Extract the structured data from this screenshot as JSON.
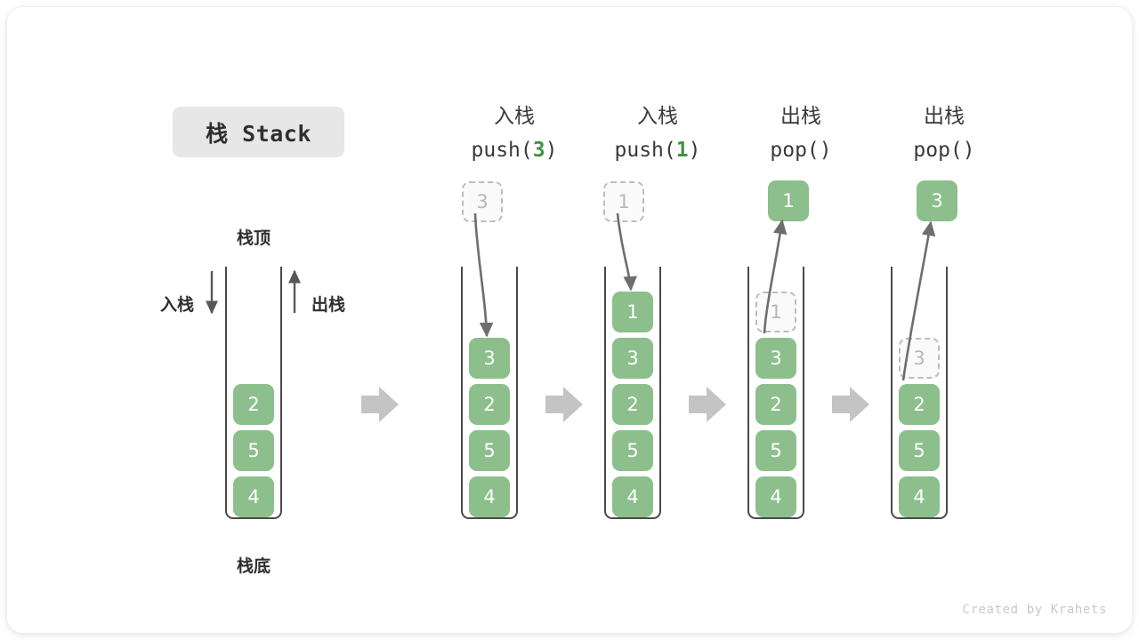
{
  "diagram": {
    "title_chip": "栈 Stack",
    "footer": "Created by Krahets",
    "colors": {
      "element_fill": "#8cbf8c",
      "element_text": "#ffffff",
      "ghost_border": "#bdbdbd",
      "ghost_text": "#b8b8b8",
      "accent_code_arg": "#3f9142",
      "wall": "#4a4a4a",
      "separator_arrow": "#c4c4c4",
      "chip_bg": "#e7e7e7",
      "footer_text": "#c9c9c9"
    },
    "legend": {
      "top_label": "栈顶",
      "bottom_label": "栈底",
      "push_label": "入栈",
      "pop_label": "出栈"
    },
    "columns": [
      {
        "id": "initial",
        "head_cn": "",
        "head_code": "",
        "head_arg": "",
        "stack": [
          "2",
          "5",
          "4"
        ],
        "floating": null,
        "ghost_in_stack": null,
        "ghost_above": null
      },
      {
        "id": "push-3",
        "head_cn": "入栈",
        "head_code_prefix": "push(",
        "head_arg": "3",
        "head_code_suffix": ")",
        "stack": [
          "3",
          "2",
          "5",
          "4"
        ],
        "ghost_above": "3",
        "arrow_direction": "down"
      },
      {
        "id": "push-1",
        "head_cn": "入栈",
        "head_code_prefix": "push(",
        "head_arg": "1",
        "head_code_suffix": ")",
        "stack": [
          "1",
          "3",
          "2",
          "5",
          "4"
        ],
        "ghost_above": "1",
        "arrow_direction": "down"
      },
      {
        "id": "pop-1",
        "head_cn": "出栈",
        "head_code_prefix": "pop(",
        "head_arg": "",
        "head_code_suffix": ")",
        "stack": [
          "3",
          "2",
          "5",
          "4"
        ],
        "ghost_in_stack": "1",
        "floating": "1",
        "arrow_direction": "up"
      },
      {
        "id": "pop-3",
        "head_cn": "出栈",
        "head_code_prefix": "pop(",
        "head_arg": "",
        "head_code_suffix": ")",
        "stack": [
          "2",
          "5",
          "4"
        ],
        "ghost_in_stack": "3",
        "floating": "3",
        "arrow_direction": "up"
      }
    ]
  }
}
